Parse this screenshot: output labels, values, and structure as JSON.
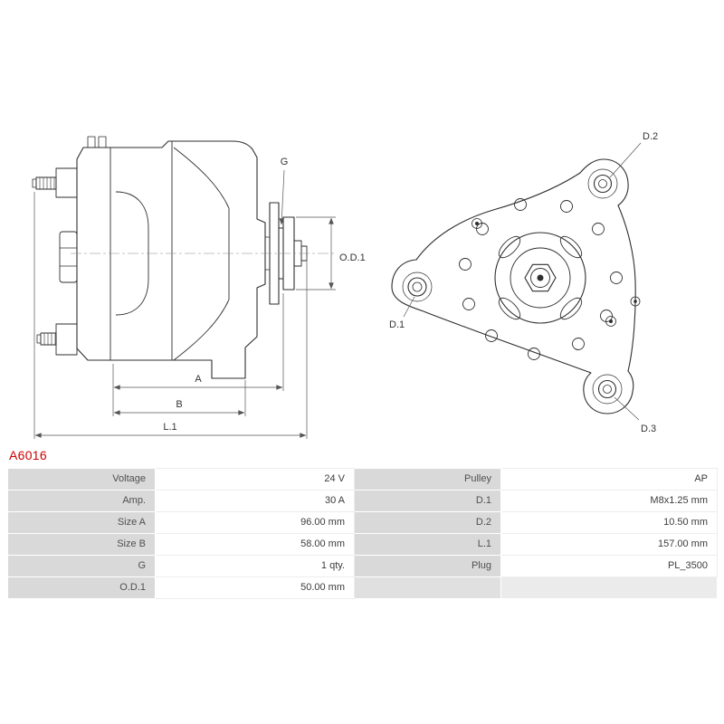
{
  "part_number": {
    "text": "A6016",
    "color": "#cc0000"
  },
  "colors": {
    "part_number_red": "#cc0000",
    "table_label_bg": "#d9d9d9",
    "table_value_bg": "#ffffff",
    "drawing_line": "#2e2e2e"
  },
  "diagram": {
    "description": "alternator-technical-drawing-two-views",
    "labels": {
      "g": "G",
      "od1": "O.D.1",
      "a": "A",
      "b": "B",
      "l1": "L.1",
      "d1": "D.1",
      "d2": "D.2",
      "d3": "D.3"
    }
  },
  "table": {
    "rows": [
      [
        "Voltage",
        "24 V",
        "Pulley",
        "AP"
      ],
      [
        "Amp.",
        "30 A",
        "D.1",
        "M8x1.25 mm"
      ],
      [
        "Size A",
        "96.00 mm",
        "D.2",
        "10.50 mm"
      ],
      [
        "Size B",
        "58.00 mm",
        "L.1",
        "157.00 mm"
      ],
      [
        "G",
        "1 qty.",
        "Plug",
        "PL_3500"
      ],
      [
        "O.D.1",
        "50.00 mm",
        "",
        ""
      ]
    ]
  }
}
